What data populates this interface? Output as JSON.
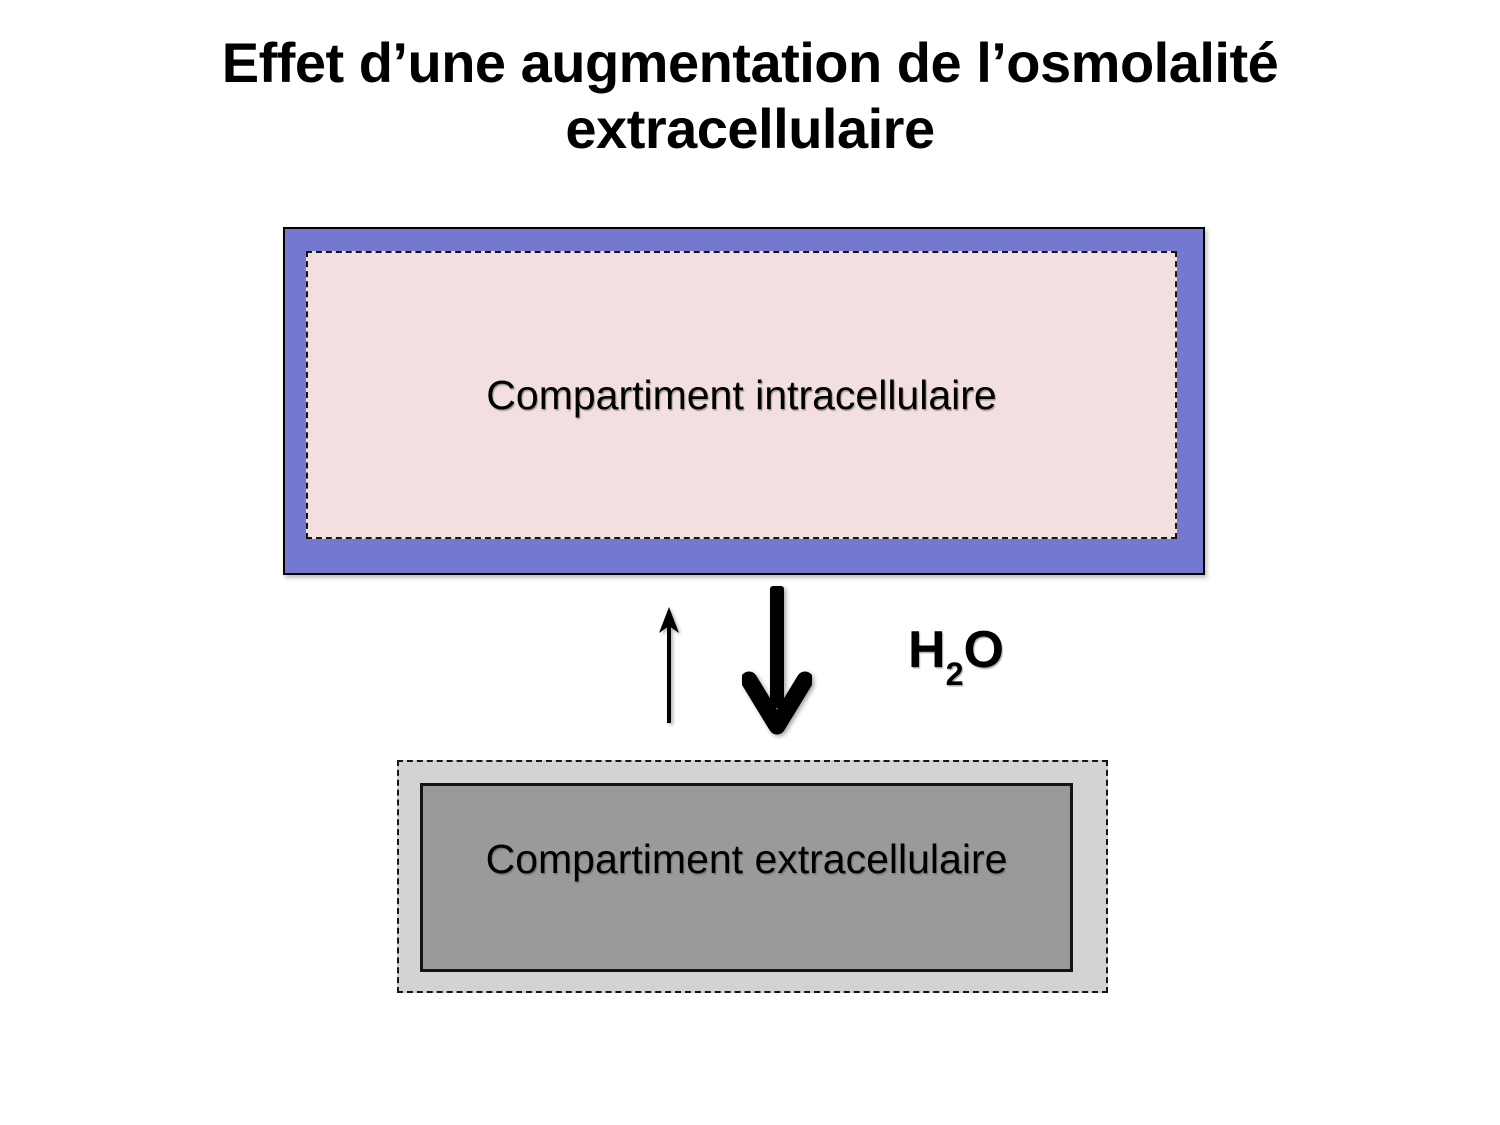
{
  "slide": {
    "background_color": "#FFFFFF",
    "title": {
      "line1": "Effet d’une augmentation de l’osmolalité",
      "line2": "extracellulaire"
    },
    "compartments": {
      "intracellular": {
        "label": "Compartiment intracellulaire",
        "membrane_color": "#7478CE",
        "fill_color": "#F3DFDF"
      },
      "extracellular": {
        "label": "Compartiment extracellulaire",
        "outer_color": "#D3D3D3",
        "fill_color": "#9A9A9A"
      }
    },
    "water_exchange": {
      "up_arrow_icon": "thin-up-arrow",
      "down_arrow_icon": "thick-down-arrow",
      "formula": {
        "h": "H",
        "sub": "2",
        "o": "O"
      }
    }
  }
}
